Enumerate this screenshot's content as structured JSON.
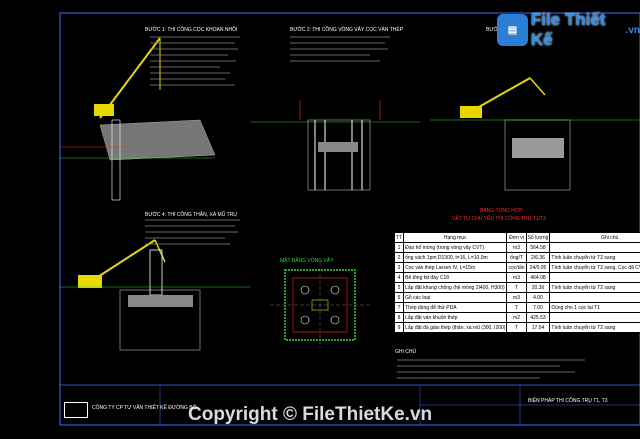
{
  "watermark": {
    "brand": "File Thiết Kế",
    "brand_suffix": ".vn",
    "copyright": "Copyright © FileThietKe.vn"
  },
  "steps": {
    "step1": "BƯỚC 1: THI CÔNG CỌC KHOAN NHỒI",
    "step2": "BƯỚC 2: THI CÔNG VÒNG VÂY CỌC VÁN THÉP",
    "step3": "BƯỚC 3",
    "step4": "BƯỚC 4: THI CÔNG THÂN, XÀ MŨ TRỤ"
  },
  "plan_title": "MẶT BẰNG VÒNG VÂY",
  "table": {
    "title_line1": "BẢNG TỔNG HỢP",
    "title_line2": "VẬT TƯ CHỦ YẾU THI CÔNG TRỤ T1/T3",
    "headers": [
      "TT",
      "Hạng mục",
      "Đơn vị",
      "Số lượng",
      "Ghi chú"
    ],
    "rows": [
      [
        "1",
        "Đào hố móng (trong vòng vây CVT)",
        "m3",
        "564.58",
        ""
      ],
      [
        "2",
        "ống vách 1pm D1300, t=16, L=10.0m",
        "ống/T",
        "2/6.36",
        "Tính luân chuyển từ T2 sang"
      ],
      [
        "3",
        "Cọc ván thép Larsen IV, L=15m",
        "cọc/tấn",
        "24/0.05",
        "Tính luân chuyển từ T2 sang, Cọc đã CVT là 8m/cọc"
      ],
      [
        "4",
        "Bê tông bịt đáy C18",
        "m3",
        "464.08",
        ""
      ],
      [
        "5",
        "Lắp đặt khung chống (hệ móng 2I400, H300)",
        "T",
        "20.36",
        "Tính luân chuyển từ T2 sang"
      ],
      [
        "6",
        "Gỗ các loại",
        "m3",
        "4.00",
        ""
      ],
      [
        "7",
        "Thép dùng để thử PDA",
        "T",
        "7.00",
        "Dùng cho 1 cọc tại T1"
      ],
      [
        "8",
        "Lắp đặt ván khuôn thép",
        "m2",
        "425.53",
        ""
      ],
      [
        "9",
        "Lắp đặt đà giáo thép (thân, xà mũ (300, I200)",
        "T",
        "17.04",
        "Tính luân chuyển từ T2 sang"
      ]
    ]
  },
  "notes_title": "GHI CHÚ",
  "company": "CÔNG TY CP TƯ VẤN THIẾT KẾ ĐƯỜNG BỘ",
  "title_block": {
    "drawing_title": "BIỆN PHÁP THI CÔNG TRỤ T1, T3"
  },
  "colors": {
    "background": "#000000",
    "crane": "#e8d800",
    "pile_white": "#ffffff",
    "red_label": "#ff2a2a",
    "green": "#3ad13a",
    "frame_blue": "#3d6bff",
    "watermark_blue": "#2f8be6"
  }
}
